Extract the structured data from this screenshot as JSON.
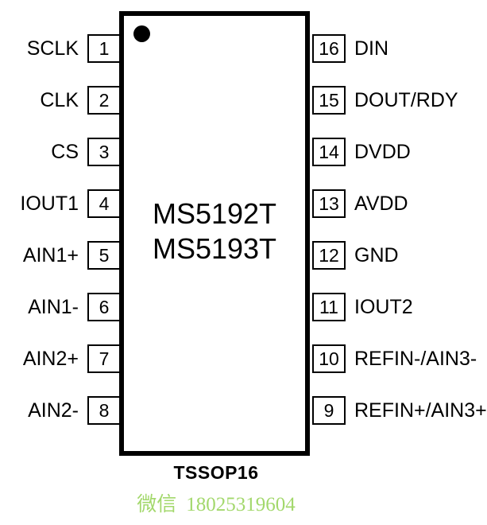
{
  "diagram": {
    "title": "MS5192T / MS5193T TSSOP16 pinout diagram",
    "part_numbers": [
      "MS5192T",
      "MS5193T"
    ],
    "package": "TSSOP16",
    "pin_count": 16,
    "colors": {
      "outline": "#000000",
      "background": "#ffffff",
      "text": "#000000",
      "watermark": "#a3d86c"
    },
    "pin1_marker": "pin1-dot"
  },
  "pins": {
    "left": [
      {
        "number": "1",
        "label": "SCLK"
      },
      {
        "number": "2",
        "label": "CLK"
      },
      {
        "number": "3",
        "label": "CS"
      },
      {
        "number": "4",
        "label": "IOUT1"
      },
      {
        "number": "5",
        "label": "AIN1+"
      },
      {
        "number": "6",
        "label": "AIN1-"
      },
      {
        "number": "7",
        "label": "AIN2+"
      },
      {
        "number": "8",
        "label": "AIN2-"
      }
    ],
    "right": [
      {
        "number": "16",
        "label": "DIN"
      },
      {
        "number": "15",
        "label": "DOUT/RDY"
      },
      {
        "number": "14",
        "label": "DVDD"
      },
      {
        "number": "13",
        "label": "AVDD"
      },
      {
        "number": "12",
        "label": "GND"
      },
      {
        "number": "11",
        "label": "IOUT2"
      },
      {
        "number": "10",
        "label": "REFIN-/AIN3-"
      },
      {
        "number": "9",
        "label": "REFIN+/AIN3+"
      }
    ]
  },
  "captions": {
    "package_label": "TSSOP16",
    "watermark_cn": "微信",
    "watermark_number": "18025319604"
  }
}
